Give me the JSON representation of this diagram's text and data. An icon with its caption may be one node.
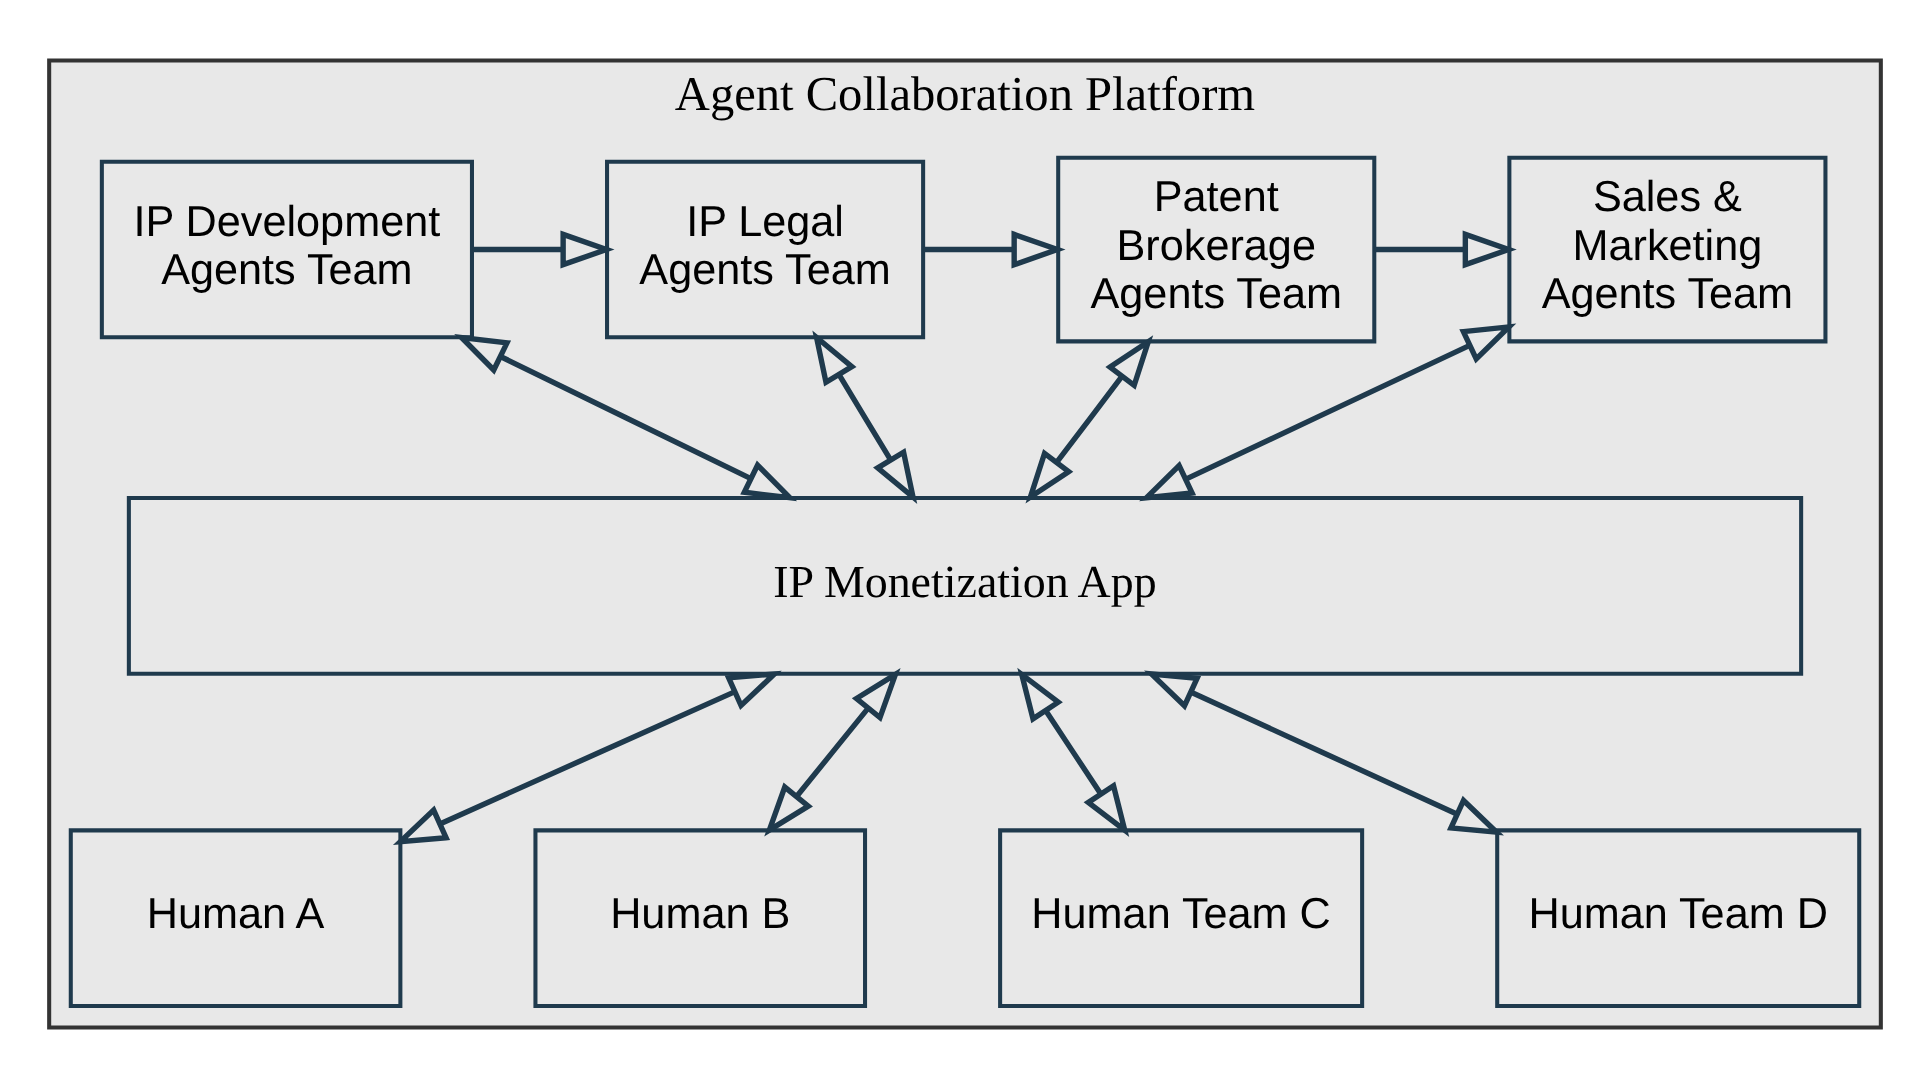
{
  "diagram": {
    "nodes": [
      {
        "text": [
          "Agent Collaboration Platform"
        ]
      },
      {
        "text": [
          "IP Development Agents Team"
        ],
        "in": 0
      },
      {
        "text": [
          "IP Legal Agents Team"
        ],
        "in": 0
      },
      {
        "text": [
          "Patent Brokerage Agents Team"
        ],
        "in": 0
      },
      {
        "text": [
          "Sales & Marketing Agents Team"
        ],
        "in": 0
      },
      {
        "text": [
          "IP Monetization App"
        ],
        "in": 0
      },
      {
        "text": [
          "Human A"
        ],
        "in": 0
      },
      {
        "text": [
          "Human B"
        ],
        "in": 0
      },
      {
        "text": [
          "Human Team C"
        ],
        "in": 0
      },
      {
        "text": [
          "Human Team D"
        ],
        "in": 0
      }
    ],
    "edges": [
      {
        "from": 1,
        "to": 2,
        "arrow": "to"
      },
      {
        "from": 2,
        "to": 3,
        "arrow": "to"
      },
      {
        "from": 3,
        "to": 4,
        "arrow": "to"
      },
      {
        "from": 1,
        "to": 5,
        "arrow": "both"
      },
      {
        "from": 2,
        "to": 5,
        "arrow": "both"
      },
      {
        "from": 3,
        "to": 5,
        "arrow": "both"
      },
      {
        "from": 4,
        "to": 5,
        "arrow": "both"
      },
      {
        "from": 5,
        "to": 6,
        "arrow": "both"
      },
      {
        "from": 5,
        "to": 7,
        "arrow": "both"
      },
      {
        "from": 5,
        "to": 8,
        "arrow": "both"
      },
      {
        "from": 5,
        "to": 9,
        "arrow": "both"
      }
    ]
  }
}
